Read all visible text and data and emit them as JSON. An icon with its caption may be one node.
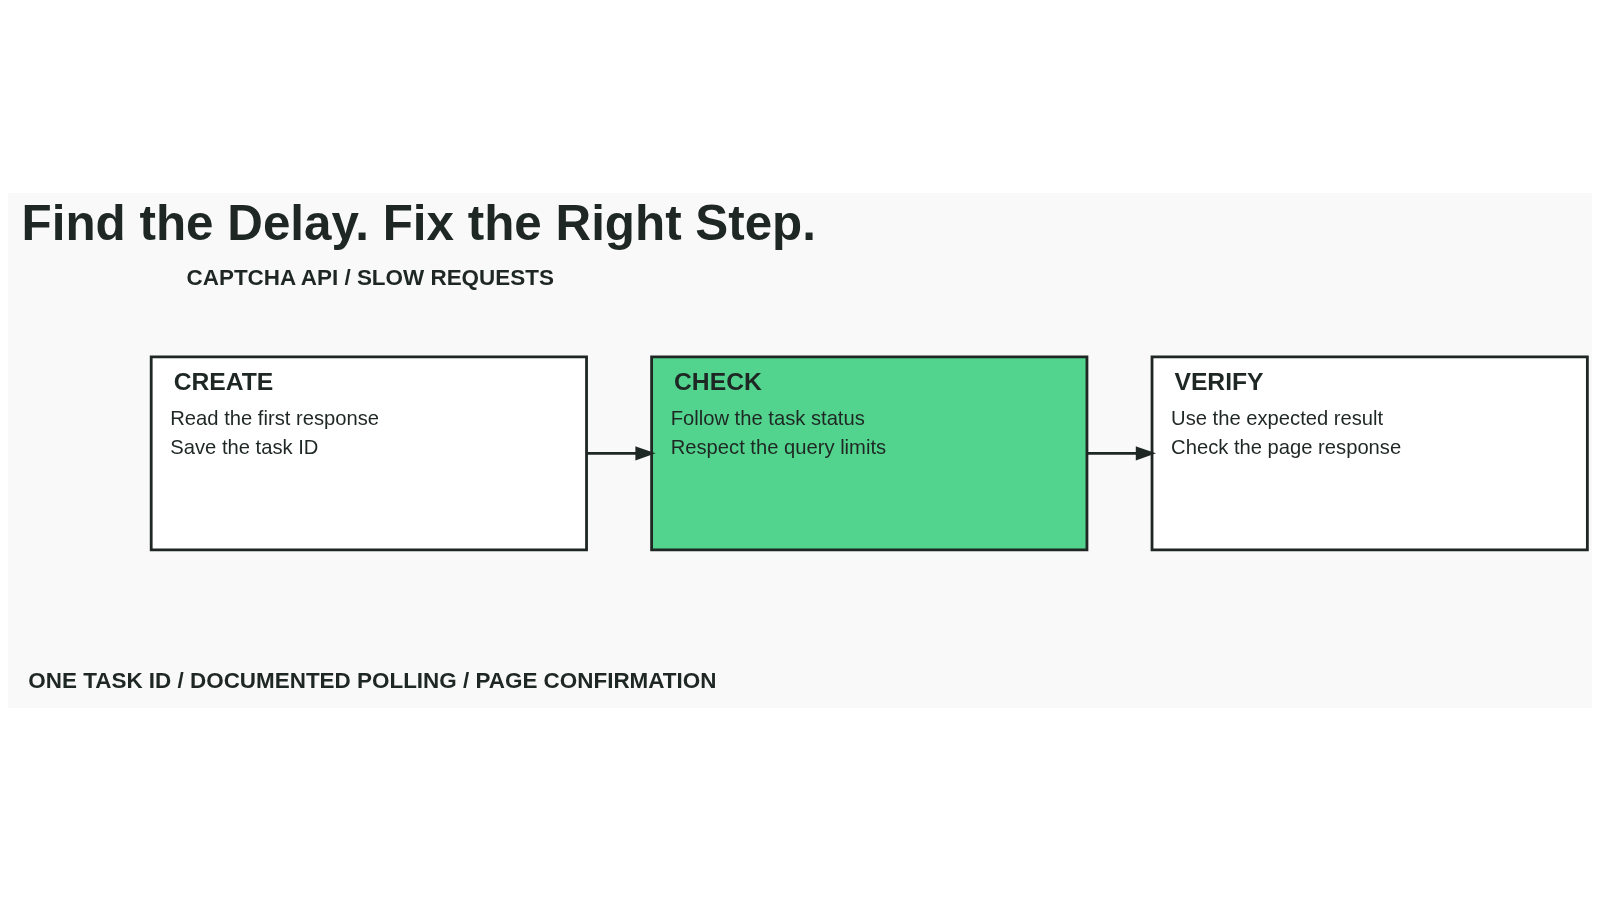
{
  "diagram": {
    "title": "Find the Delay. Fix the Right Step.",
    "nodes": [
      {
        "text": [
          "CREATE",
          "Read the first response",
          "Save the task ID"
        ]
      },
      {
        "text": [
          "CHECK",
          "Follow the task status",
          "Respect the query limits"
        ]
      },
      {
        "text": [
          "VERIFY",
          "Use the expected result",
          "Check the page response"
        ]
      }
    ],
    "edges": [
      {
        "from": 0,
        "to": 1,
        "arrow": "to"
      },
      {
        "from": 1,
        "to": 2,
        "arrow": "to"
      }
    ],
    "labels": [
      "CAPTCHA API / SLOW REQUESTS",
      "ONE TASK ID / DOCUMENTED POLLING / PAGE CONFIRMATION"
    ]
  }
}
